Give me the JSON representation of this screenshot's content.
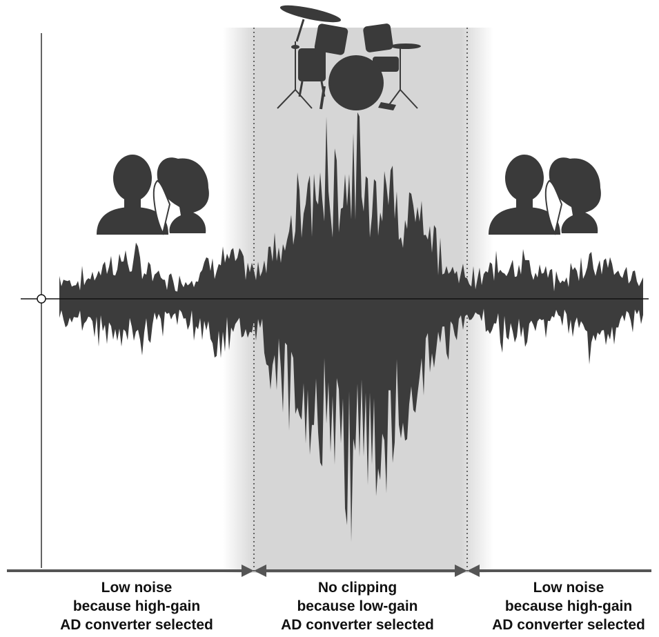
{
  "sections": [
    {
      "id": "left",
      "caption_lines": [
        "Low noise",
        "because high-gain",
        "AD converter selected"
      ],
      "icon": "whispering-people-icon",
      "signal": "low-level"
    },
    {
      "id": "center",
      "caption_lines": [
        "No clipping",
        "because low-gain",
        "AD converter selected"
      ],
      "icon": "drum-kit-icon",
      "signal": "high-level"
    },
    {
      "id": "right",
      "caption_lines": [
        "Low noise",
        "because high-gain",
        "AD converter selected"
      ],
      "icon": "whispering-people-icon",
      "signal": "low-level"
    }
  ],
  "colors": {
    "waveform": "#3c3c3c",
    "highlight_band": "#d6d6d6",
    "axis": "#111111",
    "range_arrow": "#555555",
    "silhouette": "#3a3a3a"
  }
}
